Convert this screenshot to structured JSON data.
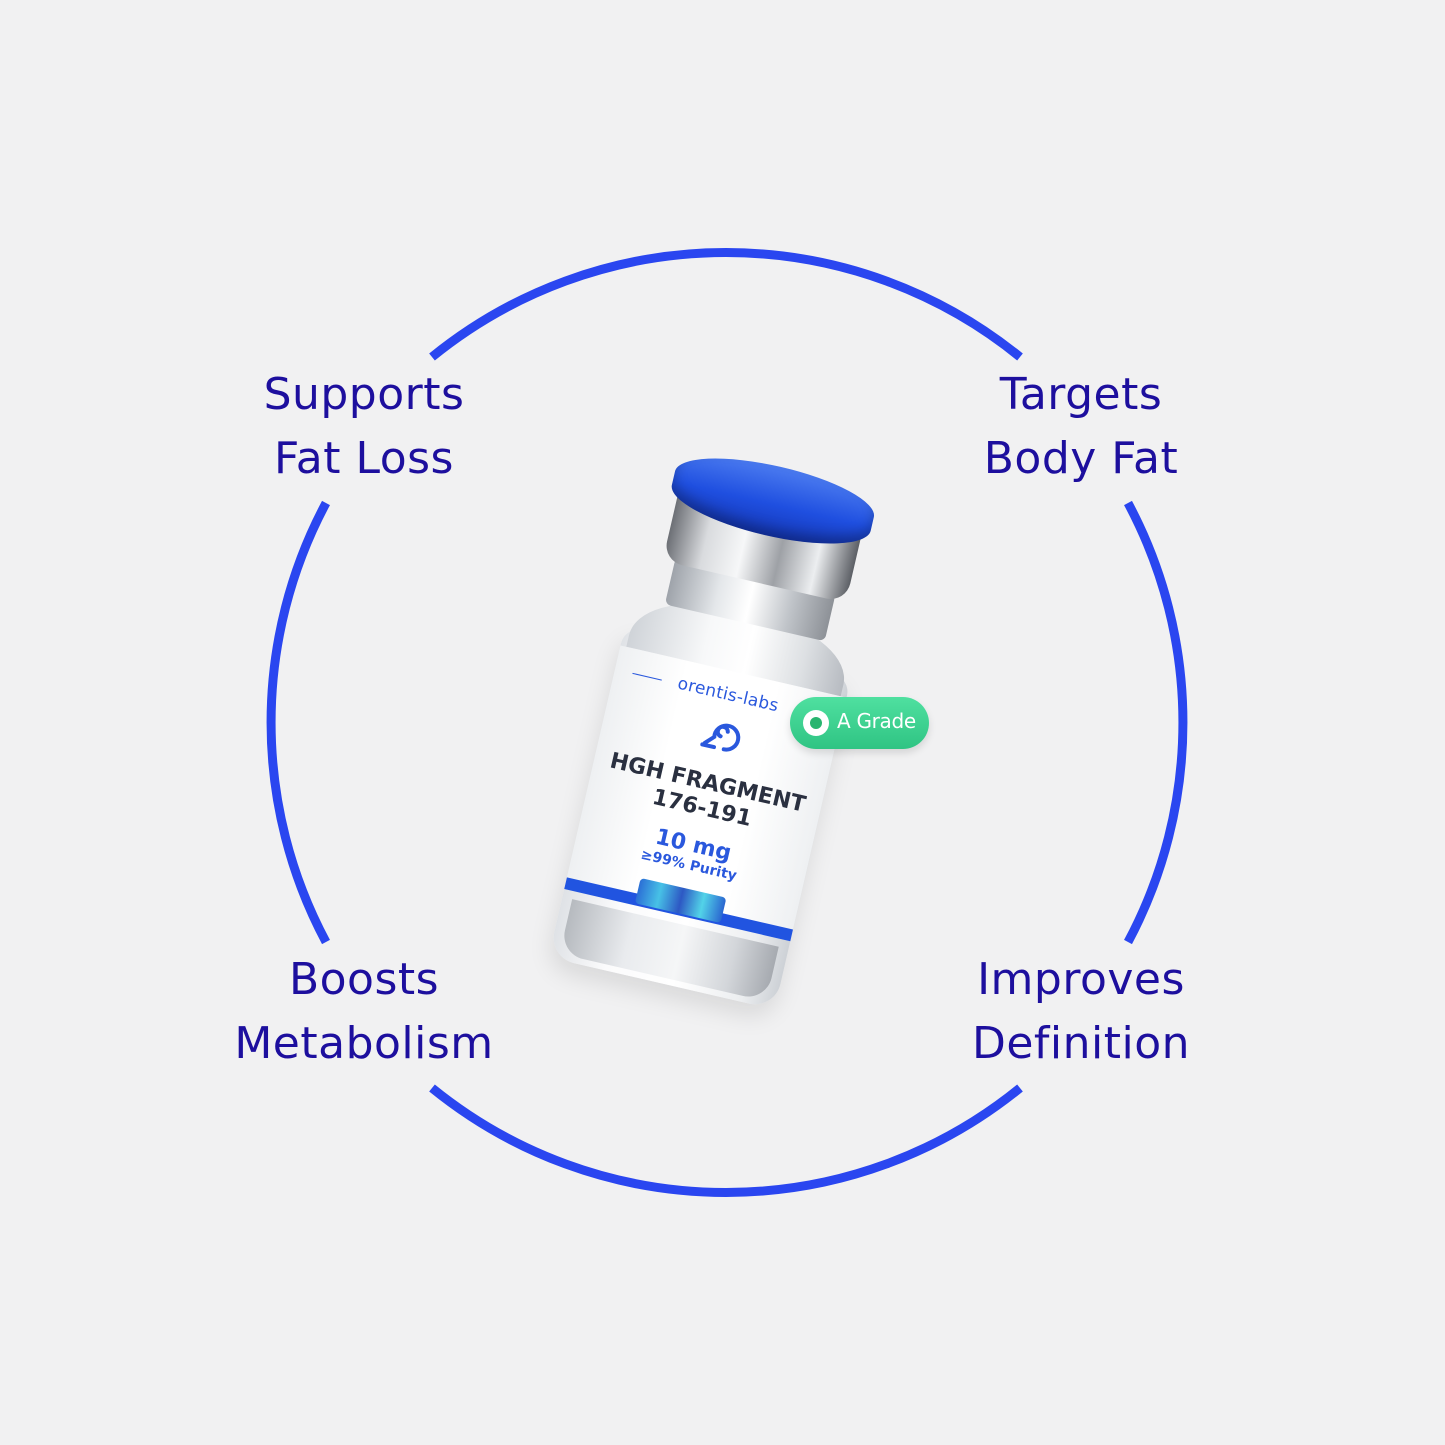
{
  "benefits": {
    "top_left": {
      "line1": "Supports",
      "line2": "Fat Loss"
    },
    "top_right": {
      "line1": "Targets",
      "line2": "Body Fat"
    },
    "bottom_left": {
      "line1": "Boosts",
      "line2": "Metabolism"
    },
    "bottom_right": {
      "line1": "Improves",
      "line2": "Definition"
    }
  },
  "vial_label": {
    "brand": "orentis-labs",
    "product_line1": "HGH FRAGMENT",
    "product_line2": "176-191",
    "dose": "10 mg",
    "purity": "≥99% Purity"
  },
  "badge": {
    "label": "A Grade"
  },
  "colors": {
    "ring": "#2a46f0",
    "benefit_text": "#1d0f9e",
    "badge": "#35c98a",
    "cap": "#1f4fe0"
  },
  "icons": [
    "brand-logo-icon",
    "grade-dot-icon"
  ]
}
